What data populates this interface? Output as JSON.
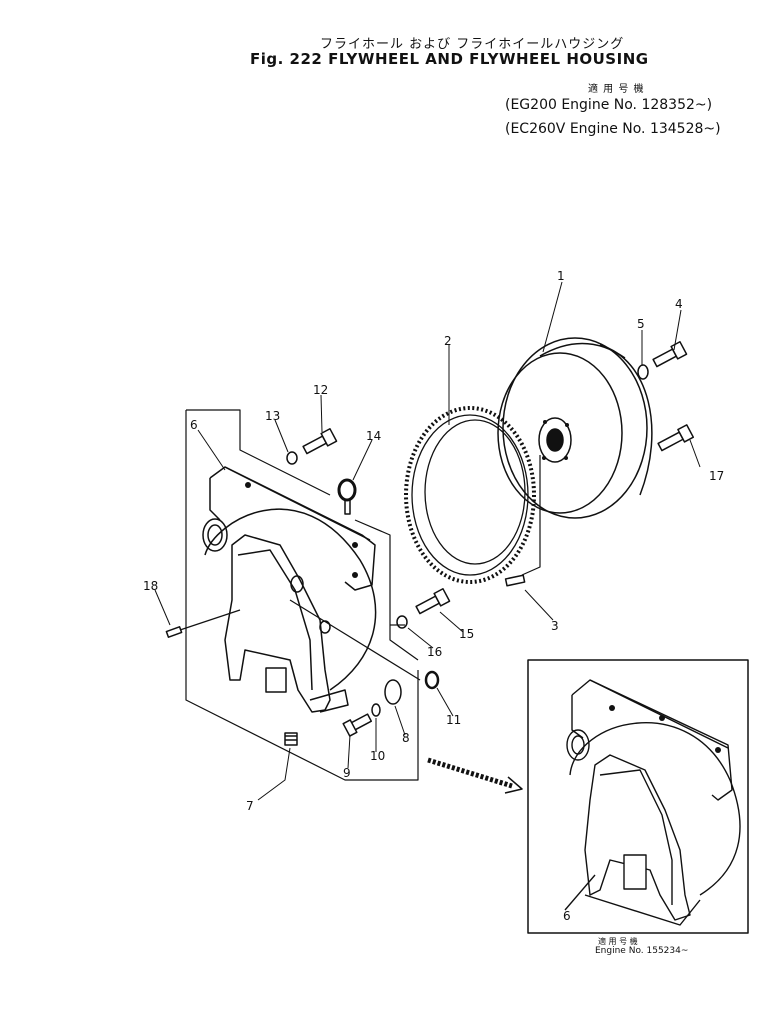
{
  "header": {
    "title_jp": "フライホール および フライホイールハウジング",
    "title": "Fig. 222 FLYWHEEL AND FLYWHEEL HOUSING",
    "applicability_jp": "適 用 号 機",
    "applicability": [
      "(EG200  Engine No. 128352~)",
      "(EC260V Engine No. 134528~)"
    ]
  },
  "callouts": [
    "1",
    "2",
    "3",
    "4",
    "5",
    "6",
    "7",
    "8",
    "9",
    "10",
    "11",
    "12",
    "13",
    "14",
    "15",
    "16",
    "17",
    "18"
  ],
  "inset": {
    "callout": "6",
    "applicability_jp": "適 用 号 機",
    "applicability": "Engine No. 155234~"
  }
}
